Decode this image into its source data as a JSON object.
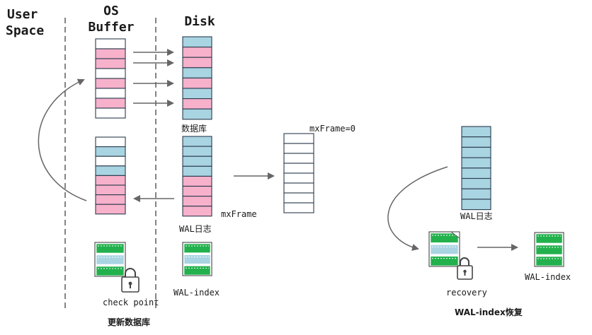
{
  "headers": {
    "user_space": [
      "User",
      "Space"
    ],
    "os_buffer": [
      "OS",
      "Buffer"
    ],
    "disk": "Disk"
  },
  "labels": {
    "database": "数据库",
    "wal_log": "WAL日志",
    "wal_index": "WAL-index",
    "check_point": "check point",
    "mxframe_zero": "mxFrame=0",
    "mxframe": "mxFrame",
    "wal_log_right": "WAL日志",
    "recovery": "recovery",
    "wal_index_right": "WAL-index"
  },
  "captions": {
    "update_db": "更新数据库",
    "wal_index_recovery": "WAL-index恢复"
  },
  "colors": {
    "pink": "#f7b1cb",
    "blue": "#a9d4e2",
    "white": "#ffffff",
    "green": "#22b14c",
    "line": "#2b3b4d",
    "arrow": "#666666"
  },
  "stacks": {
    "os_top": [
      "white",
      "pink",
      "pink",
      "white",
      "pink",
      "white",
      "pink",
      "white"
    ],
    "disk_top": [
      "blue",
      "pink",
      "pink",
      "blue",
      "pink",
      "blue",
      "pink",
      "blue"
    ],
    "os_mid": [
      "white",
      "blue",
      "white",
      "blue",
      "pink",
      "pink",
      "pink",
      "pink"
    ],
    "disk_mid": [
      "blue",
      "blue",
      "blue",
      "blue",
      "pink",
      "pink",
      "pink",
      "pink"
    ],
    "wal_empty": [
      "white",
      "white",
      "white",
      "white",
      "white",
      "white",
      "white",
      "white"
    ],
    "wal_right": [
      "blue",
      "blue",
      "blue",
      "blue",
      "blue",
      "blue",
      "blue",
      "blue"
    ]
  },
  "index_stacks": {
    "os_ckpt": [
      "green",
      "blue",
      "green"
    ],
    "disk_ckpt": [
      "green",
      "blue",
      "green"
    ],
    "recovery": [
      "green",
      "blue",
      "green"
    ],
    "recovered": [
      "green",
      "green",
      "green"
    ]
  }
}
